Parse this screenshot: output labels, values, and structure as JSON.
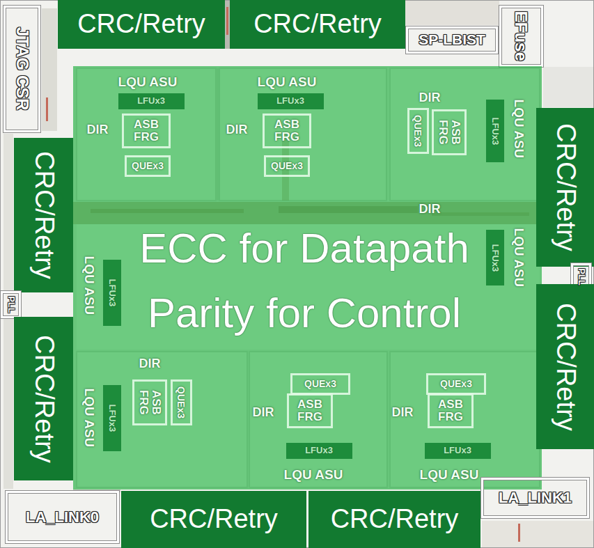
{
  "diagram": {
    "nodes": [
      {
        "text": [
          "JTAG CSR"
        ]
      },
      {
        "text": [
          "CRC/Retry"
        ]
      },
      {
        "text": [
          "CRC/Retry"
        ]
      },
      {
        "text": [
          "SP-LBIST"
        ]
      },
      {
        "text": [
          "EFuse"
        ]
      },
      {
        "text": [
          "ECC for Datapath Parity for Control"
        ]
      },
      {
        "text": [
          "LFUx3"
        ],
        "in": 5
      },
      {
        "text": [
          "ASB FRG"
        ],
        "in": 5
      },
      {
        "text": [
          "QUEx3"
        ],
        "in": 5
      },
      {
        "text": [
          "LFUx3"
        ],
        "in": 5
      },
      {
        "text": [
          "ASB FRG"
        ],
        "in": 5
      },
      {
        "text": [
          "QUEx3"
        ],
        "in": 5
      },
      {
        "text": [
          "QUEx3"
        ],
        "in": 5
      },
      {
        "text": [
          "ASB FRG"
        ],
        "in": 5
      },
      {
        "text": [
          "LFUx3"
        ],
        "in": 5
      },
      {
        "text": [
          "LFUx3"
        ],
        "in": 5
      },
      {
        "text": [
          "LFUx3"
        ],
        "in": 5
      },
      {
        "text": [
          "ASB FRG"
        ],
        "in": 5
      },
      {
        "text": [
          "QUEx3"
        ],
        "in": 5
      },
      {
        "text": [
          "LFUx3"
        ],
        "in": 5
      },
      {
        "text": [
          "QUEx3"
        ],
        "in": 5
      },
      {
        "text": [
          "ASB FRG"
        ],
        "in": 5
      },
      {
        "text": [
          "LFUx3"
        ],
        "in": 5
      },
      {
        "text": [
          "QUEx3"
        ],
        "in": 5
      },
      {
        "text": [
          "ASB FRG"
        ],
        "in": 5
      },
      {
        "text": [
          "LFUx3"
        ],
        "in": 5
      },
      {
        "text": [
          "CRC/Retry"
        ]
      },
      {
        "text": [
          "CRC/Retry"
        ]
      },
      {
        "text": [
          "PLL"
        ]
      },
      {
        "text": [
          "PLL"
        ]
      },
      {
        "text": [
          "CRC/Retry"
        ]
      },
      {
        "text": [
          "CRC/Retry"
        ]
      },
      {
        "text": [
          "LA_LINK0"
        ]
      },
      {
        "text": [
          "CRC/Retry"
        ]
      },
      {
        "text": [
          "CRC/Retry"
        ]
      },
      {
        "text": [
          "LA_LINK1"
        ]
      }
    ],
    "labels": [
      "LQU ASU",
      "LQU ASU",
      "DIR",
      "DIR",
      "DIR",
      "LQU ASU",
      "DIR",
      "LQU ASU",
      "LQU ASU",
      "DIR",
      "DIR",
      "DIR",
      "LQU ASU",
      "LQU ASU",
      "LQU ASU"
    ]
  }
}
